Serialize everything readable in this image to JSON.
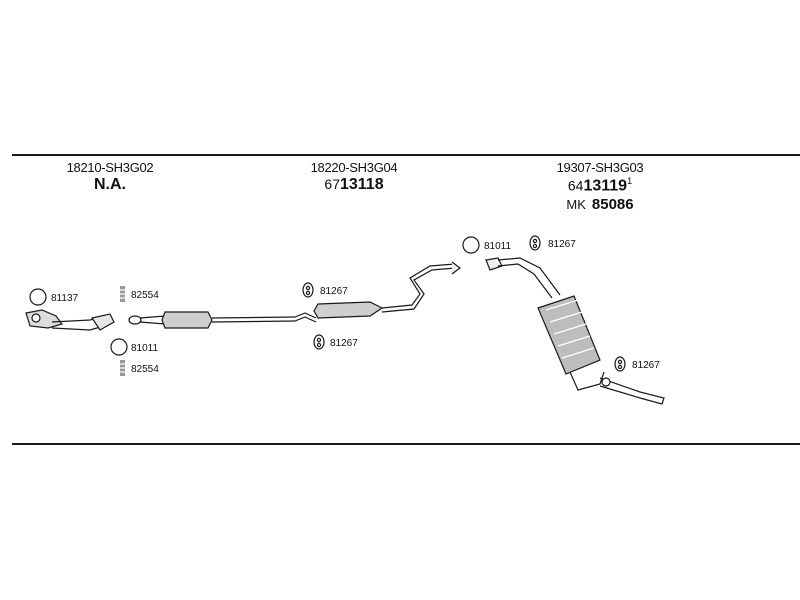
{
  "sections": [
    {
      "oem": "18210-SH3G02",
      "number": "N.A."
    },
    {
      "oem": "18220-SH3G04",
      "prefix": "67",
      "number": "13118"
    },
    {
      "oem": "19307-SH3G03",
      "prefix": "64",
      "number": "13119",
      "superscript": "1",
      "mk_label": "MK",
      "mk_number": "85086"
    }
  ],
  "callouts": [
    {
      "code": "81137",
      "icon": "ring-gasket-icon"
    },
    {
      "code": "82554",
      "icon": "bolt-icon"
    },
    {
      "code": "81011",
      "icon": "ring-gasket-icon"
    },
    {
      "code": "82554",
      "icon": "bolt-icon"
    },
    {
      "code": "81267",
      "icon": "rubber-mount-icon"
    },
    {
      "code": "81267",
      "icon": "rubber-mount-icon"
    },
    {
      "code": "81011",
      "icon": "ring-gasket-icon"
    },
    {
      "code": "81267",
      "icon": "rubber-mount-icon"
    },
    {
      "code": "81267",
      "icon": "rubber-mount-icon"
    }
  ]
}
